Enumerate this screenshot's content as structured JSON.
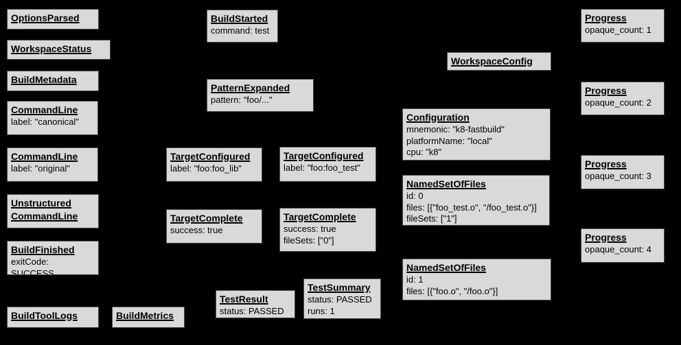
{
  "diagram": {
    "description": "Bazel Build Event Protocol event boxes",
    "background_color": "#000000",
    "box_fill_color": "#d9d9d9",
    "box_border_color": "#4d4d4d",
    "text_color": "#000000"
  },
  "boxes": [
    {
      "title": "OptionsParsed",
      "body": []
    },
    {
      "title": "WorkspaceStatus",
      "body": []
    },
    {
      "title": "BuildMetadata",
      "body": []
    },
    {
      "title": "CommandLine",
      "body": [
        "label: \"canonical\""
      ]
    },
    {
      "title": "CommandLine",
      "body": [
        "label: \"original\""
      ]
    },
    {
      "title": "Unstructured\nCommandLine",
      "body": []
    },
    {
      "title": "BuildFinished",
      "body": [
        "exitCode: SUCCESS"
      ]
    },
    {
      "title": "BuildToolLogs",
      "body": []
    },
    {
      "title": "BuildMetrics",
      "body": []
    },
    {
      "title": "BuildStarted",
      "body": [
        "command: test"
      ]
    },
    {
      "title": "PatternExpanded",
      "body": [
        "pattern: \"foo/...\""
      ]
    },
    {
      "title": "TargetConfigured",
      "body": [
        "label: \"foo:foo_lib\""
      ]
    },
    {
      "title": "TargetConfigured",
      "body": [
        "label: \"foo:foo_test\""
      ]
    },
    {
      "title": "TargetComplete",
      "body": [
        "success: true"
      ]
    },
    {
      "title": "TargetComplete",
      "body": [
        "success: true",
        "fileSets: [\"0\"]"
      ]
    },
    {
      "title": "TestResult",
      "body": [
        "status: PASSED"
      ]
    },
    {
      "title": "TestSummary",
      "body": [
        "status: PASSED",
        "runs: 1"
      ]
    },
    {
      "title": "WorkspaceConfig",
      "body": []
    },
    {
      "title": "Configuration",
      "body": [
        "mnemonic: \"k8-fastbuild\"",
        "platformName: \"local\"",
        "cpu: \"k8\""
      ]
    },
    {
      "title": "NamedSetOfFiles",
      "body": [
        "id: 0",
        "files: [{\"foo_test.o\", \"/foo_test.o\"}]",
        "fileSets: [\"1\"]"
      ]
    },
    {
      "title": "NamedSetOfFiles",
      "body": [
        "id: 1",
        "files: [{\"foo.o\", \"/foo.o\"}]"
      ]
    },
    {
      "title": "Progress",
      "body": [
        "opaque_count: 1"
      ]
    },
    {
      "title": "Progress",
      "body": [
        "opaque_count: 2"
      ]
    },
    {
      "title": "Progress",
      "body": [
        "opaque_count: 3"
      ]
    },
    {
      "title": "Progress",
      "body": [
        "opaque_count: 4"
      ]
    }
  ]
}
